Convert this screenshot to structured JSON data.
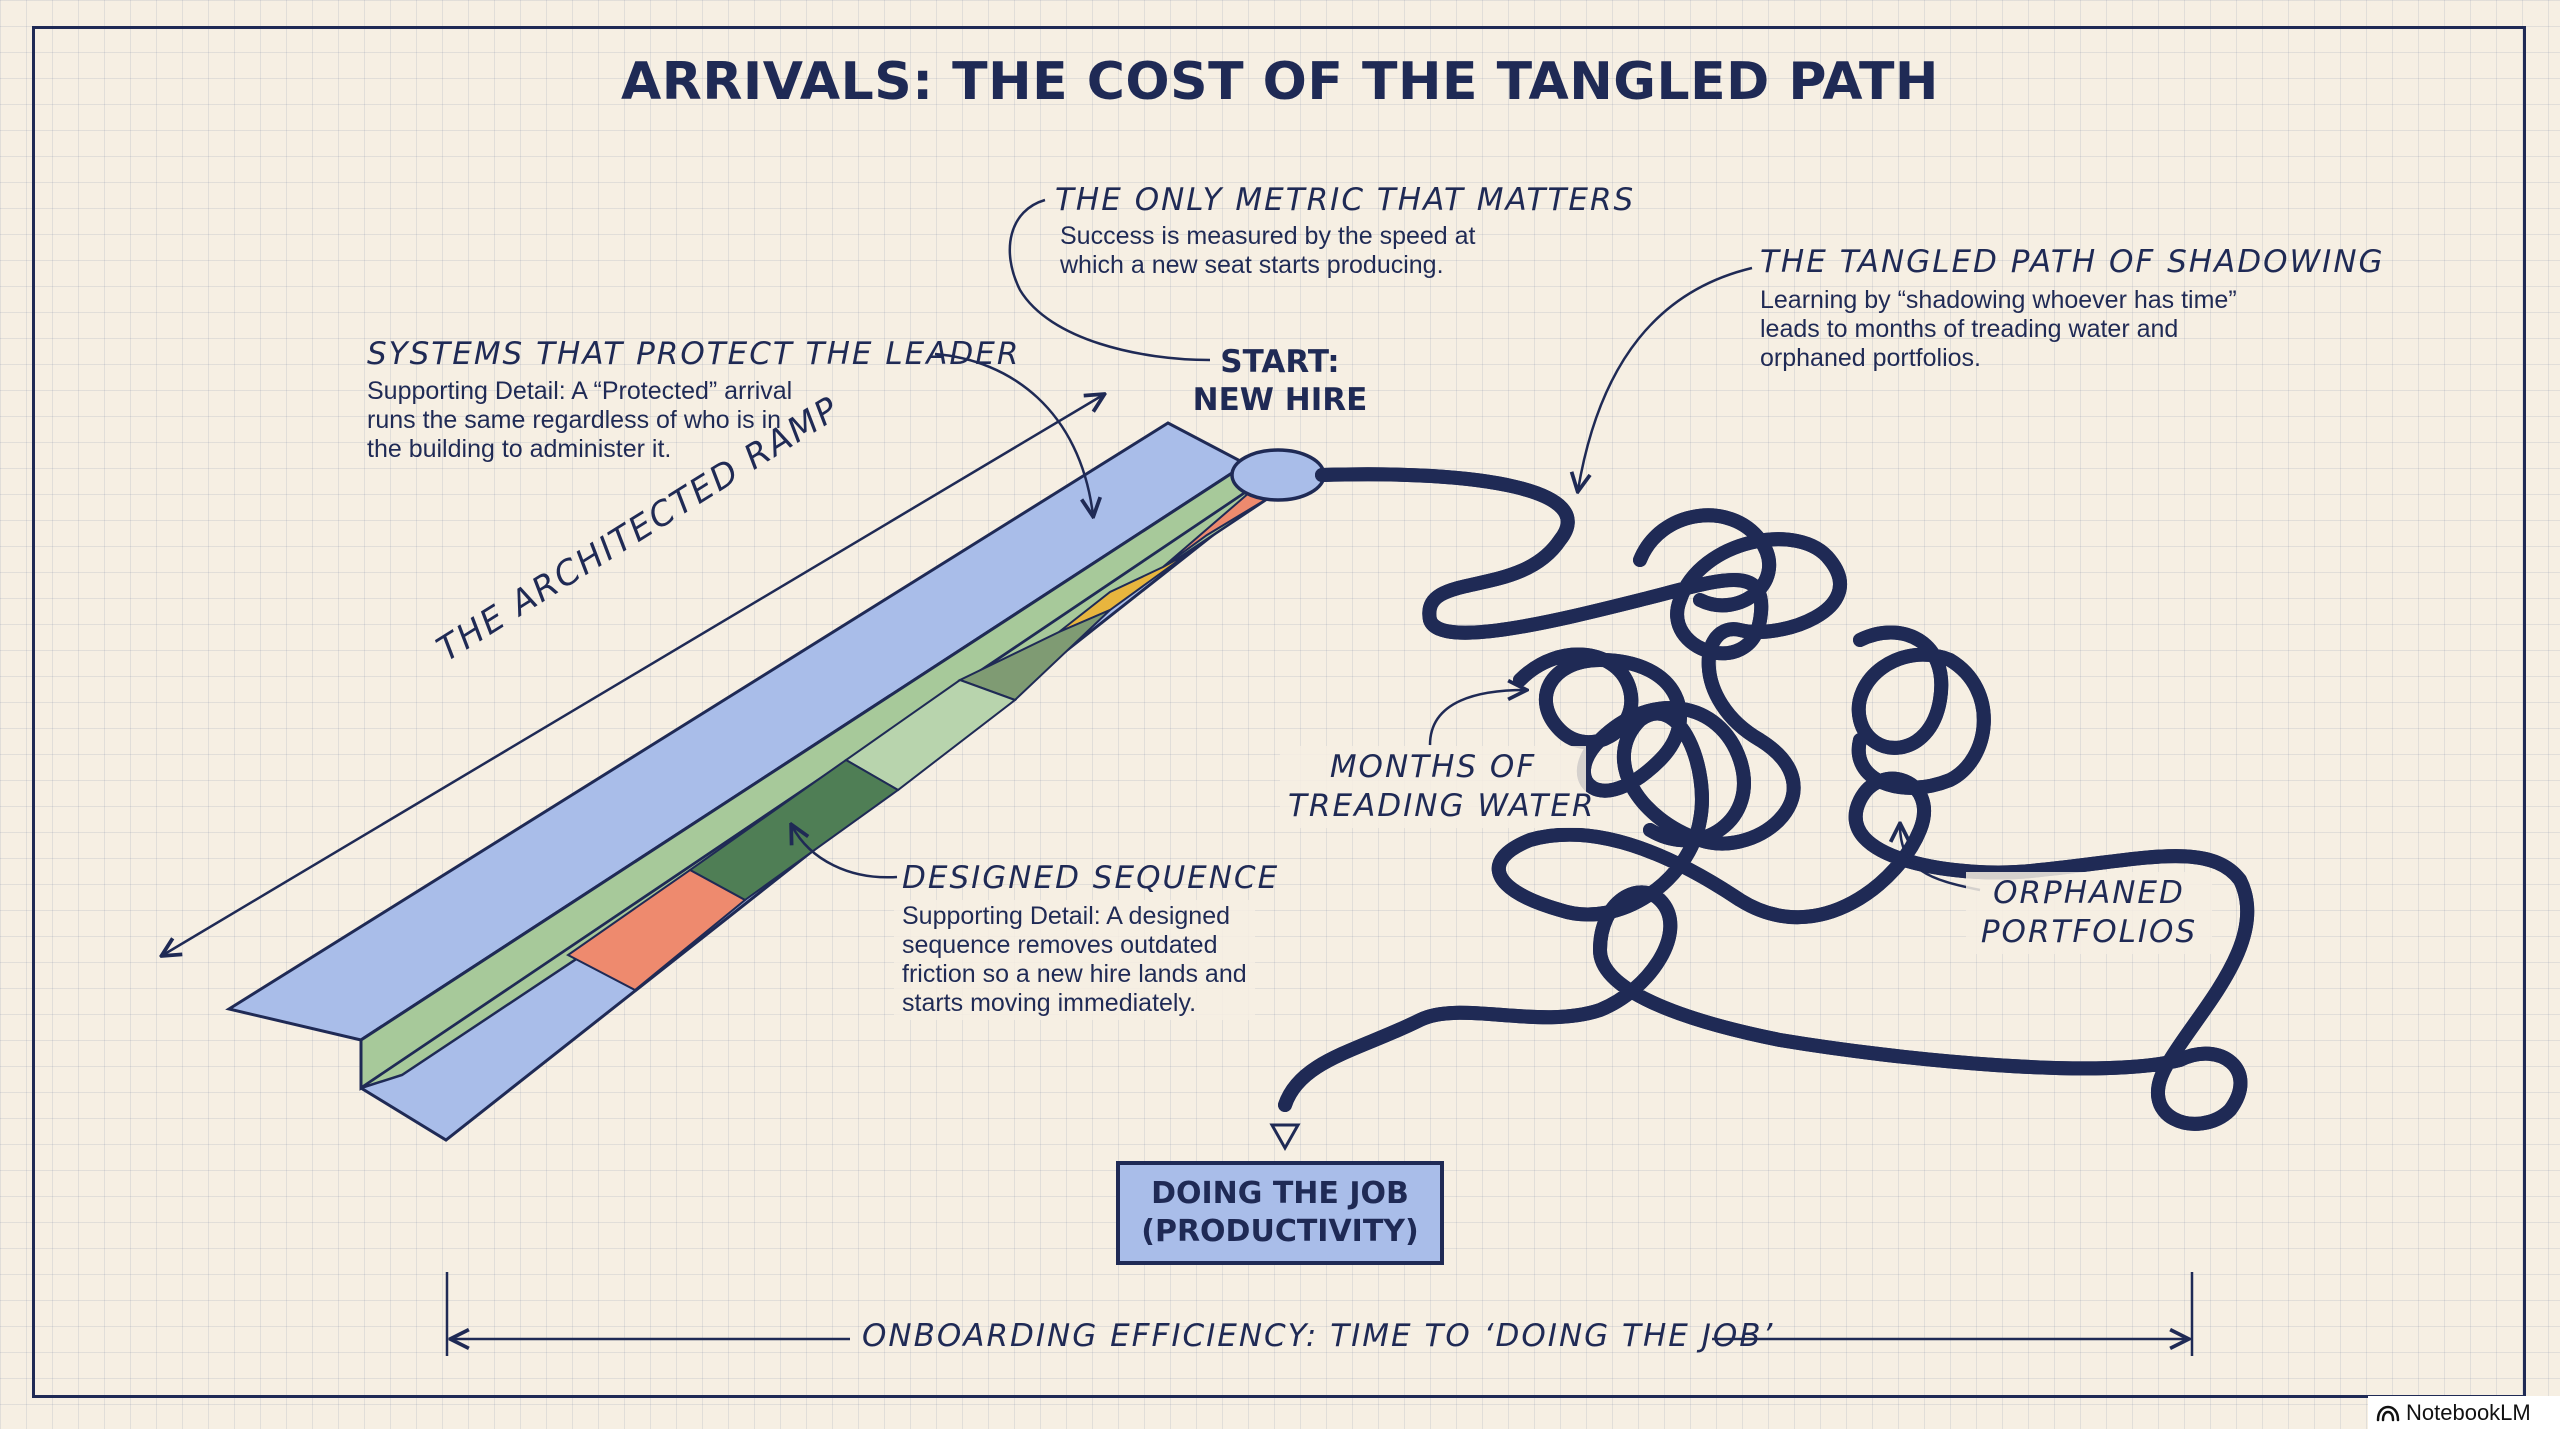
{
  "title": "ARRIVALS: THE COST OF THE TANGLED PATH",
  "labels": {
    "metric_heading": "THE ONLY METRIC THAT MATTERS",
    "metric_detail_1": "Success is measured by the speed at",
    "metric_detail_2": "which a new seat starts producing.",
    "start_line1": "START:",
    "start_line2": "NEW HIRE",
    "systems_heading": "SYSTEMS THAT PROTECT THE LEADER",
    "systems_detail_1": "Supporting Detail: A “Protected” arrival",
    "systems_detail_2": "runs the same regardless of who is in",
    "systems_detail_3": "the building to administer it.",
    "tangled_heading": "THE TANGLED PATH OF SHADOWING",
    "tangled_detail_1": "Learning by “shadowing whoever has time”",
    "tangled_detail_2": "leads to months of treading water and",
    "tangled_detail_3": "orphaned portfolios.",
    "ramp_label": "THE ARCHITECTED RAMP",
    "months_line1": "MONTHS OF",
    "months_line2": "TREADING WATER",
    "designed_heading": "DESIGNED SEQUENCE",
    "designed_detail_1": "Supporting Detail: A designed",
    "designed_detail_2": "sequence removes outdated",
    "designed_detail_3": "friction so a new hire lands and",
    "designed_detail_4": "starts moving immediately.",
    "orphaned_line1": "ORPHANED",
    "orphaned_line2": "PORTFOLIOS",
    "job_line1": "DOING THE JOB",
    "job_line2": "(PRODUCTIVITY)",
    "efficiency_label": "ONBOARDING EFFICIENCY: TIME TO ‘DOING THE JOB’"
  },
  "brand": {
    "name": "NotebookLM",
    "icon": "notebooklm-logo-icon"
  },
  "colors": {
    "ink": "#1f2a55",
    "ramp_blue": "#a9bde9",
    "ramp_green": "#a7c99a",
    "step_red": "#ee8a6e",
    "step_yellow": "#e8b53e",
    "step_olive": "#7f9b73",
    "step_dark_green": "#4f7e55"
  }
}
